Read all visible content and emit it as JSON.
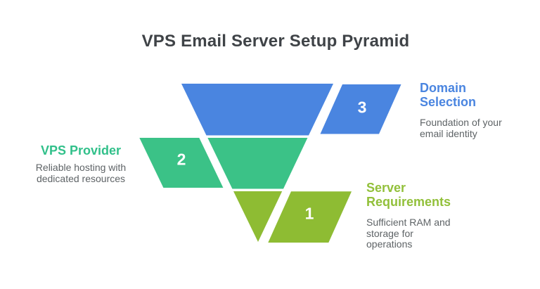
{
  "title": "VPS Email Server Setup Pyramid",
  "colors": {
    "level3_blue": "#4a85e0",
    "level2_green": "#3bc287",
    "level1_lime": "#8ebc33",
    "heading_blue": "#4a85e0",
    "heading_green": "#31c08a",
    "heading_lime": "#92c03a",
    "title_text": "#3f4347",
    "body_text": "#5e6366",
    "number_text": "#ffffff",
    "background": "#ffffff"
  },
  "pyramid": {
    "levels": [
      {
        "number": "3",
        "label": "Domain Selection",
        "heading_lines": [
          "Domain",
          "Selection"
        ],
        "desc_lines": [
          "Foundation of your",
          "email identity"
        ],
        "color": "#4a85e0"
      },
      {
        "number": "2",
        "label": "VPS Provider",
        "heading_lines": [
          "VPS Provider"
        ],
        "desc_lines": [
          "Reliable hosting with",
          "dedicated resources"
        ],
        "color": "#3bc287"
      },
      {
        "number": "1",
        "label": "Server Requirements",
        "heading_lines": [
          "Server",
          "Requirements"
        ],
        "desc_lines": [
          "Sufficient RAM and",
          "storage for",
          "operations"
        ],
        "color": "#8ebc33"
      }
    ]
  }
}
